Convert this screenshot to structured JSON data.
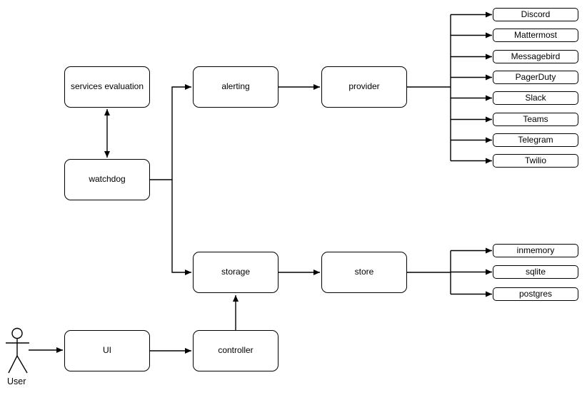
{
  "diagram": {
    "nodes": {
      "services_evaluation": "services evaluation",
      "watchdog": "watchdog",
      "alerting": "alerting",
      "provider": "provider",
      "storage": "storage",
      "store": "store",
      "ui": "UI",
      "controller": "controller"
    },
    "actor_label": "User",
    "providers": [
      "Discord",
      "Mattermost",
      "Messagebird",
      "PagerDuty",
      "Slack",
      "Teams",
      "Telegram",
      "Twilio"
    ],
    "stores": [
      "inmemory",
      "sqlite",
      "postgres"
    ],
    "colors": {
      "stroke": "#000000",
      "background": "#ffffff",
      "node_fill": "#ffffff"
    }
  }
}
